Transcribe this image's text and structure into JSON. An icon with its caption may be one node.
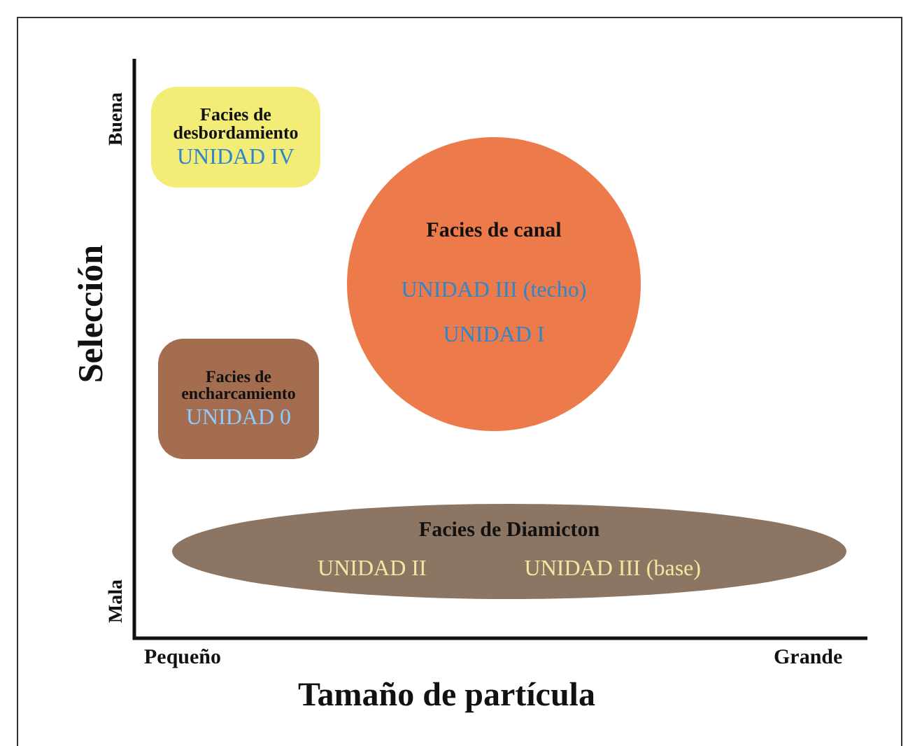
{
  "diagram": {
    "nodes": [
      {
        "text": [
          "Facies de desbordamiento",
          "UNIDAD IV"
        ]
      },
      {
        "text": [
          "Facies de canal",
          "UNIDAD III (techo)",
          "UNIDAD I"
        ]
      },
      {
        "text": [
          "Facies de encharcamiento",
          "UNIDAD 0"
        ]
      },
      {
        "text": [
          "Facies de Diamicton",
          "UNIDAD II",
          "UNIDAD III (base)"
        ]
      }
    ],
    "labels": [
      "Buena",
      "Selección",
      "Mala",
      "Pequeño",
      "Grande",
      "Tamaño de partícula"
    ]
  }
}
